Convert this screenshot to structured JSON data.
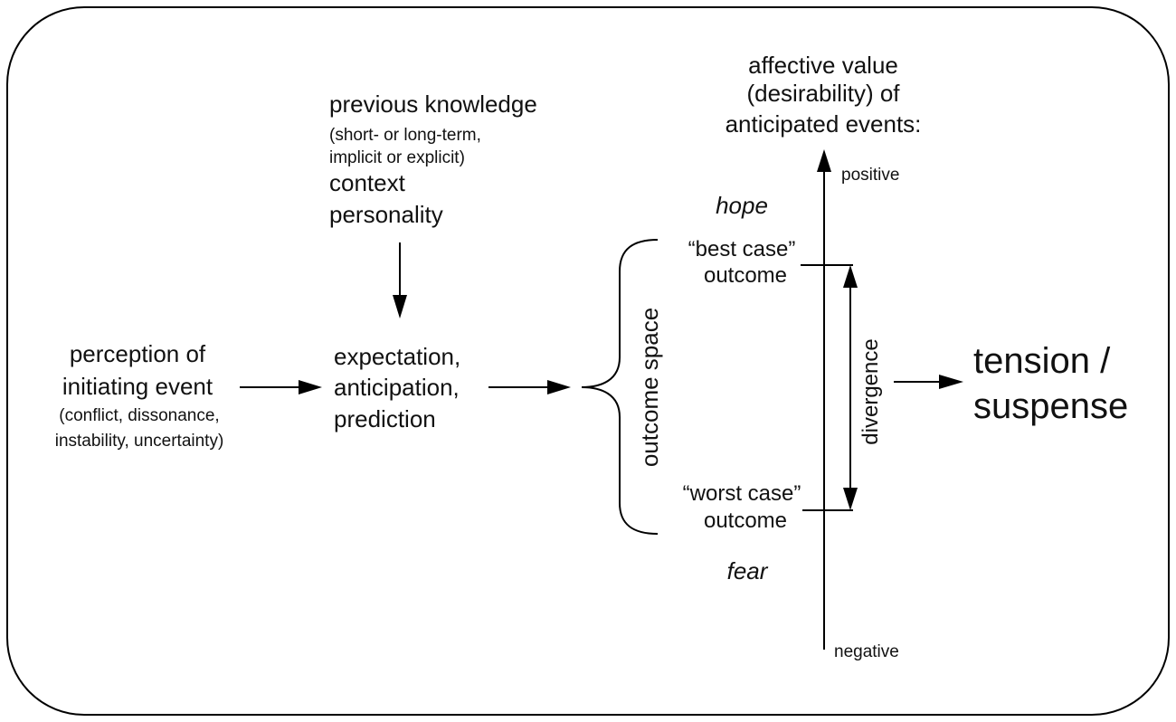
{
  "diagram": {
    "axis_title": [
      "affective value",
      "(desirability) of",
      "anticipated events:"
    ],
    "axis_positive": "positive",
    "axis_negative": "negative",
    "hope": "hope",
    "fear": "fear",
    "best_case": [
      "“best case”",
      "outcome"
    ],
    "worst_case": [
      "“worst case”",
      "outcome"
    ],
    "divergence": "divergence",
    "outcome_space": "outcome space",
    "result": [
      "tension /",
      "suspense"
    ],
    "influences": {
      "previous_knowledge": "previous knowledge",
      "pk_detail": [
        "(short- or long-term,",
        "implicit or explicit)"
      ],
      "context": "context",
      "personality": "personality"
    },
    "perception": {
      "title": [
        "perception of",
        "initiating event"
      ],
      "detail": [
        "(conflict, dissonance,",
        "instability, uncertainty)"
      ]
    },
    "expectation": [
      "expectation,",
      "anticipation,",
      "prediction"
    ]
  }
}
